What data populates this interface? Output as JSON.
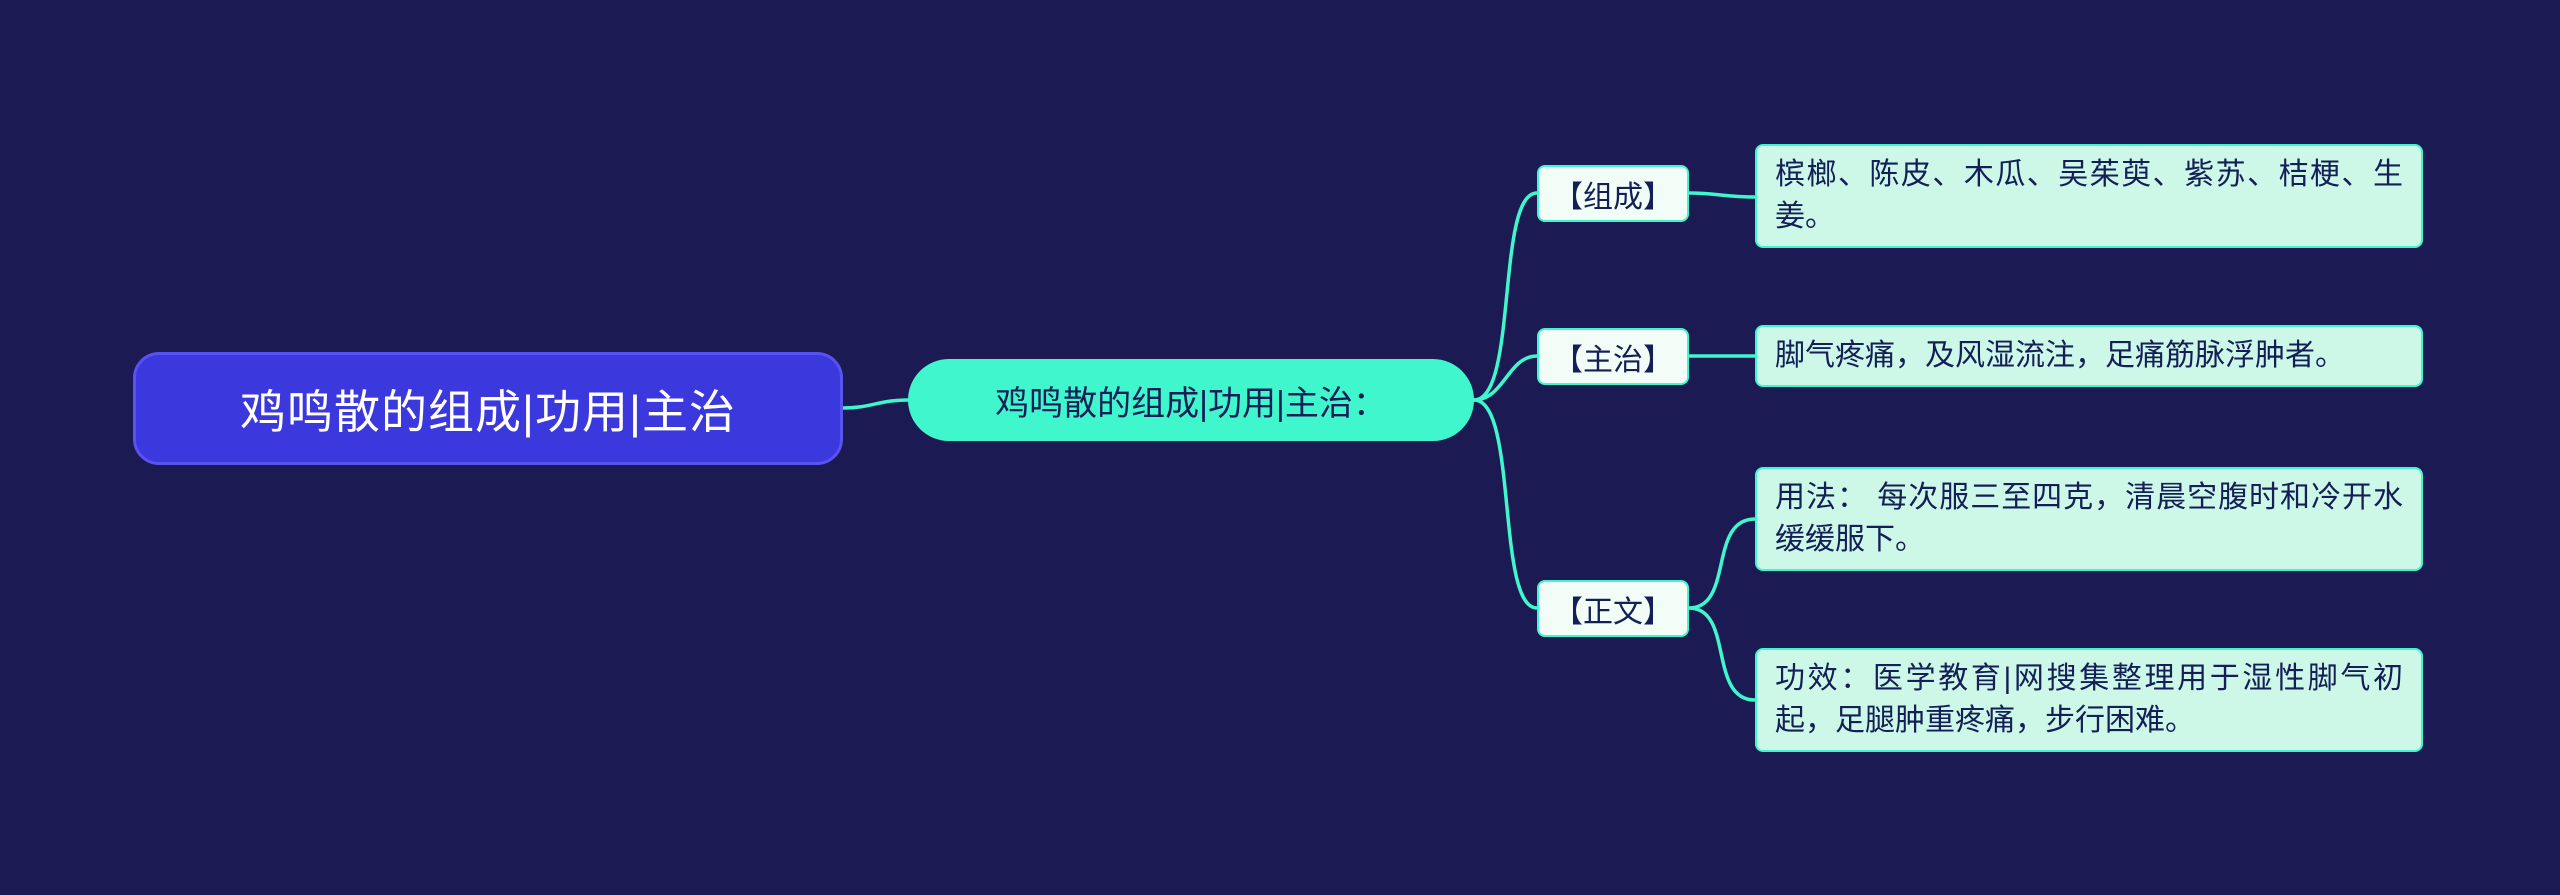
{
  "colors": {
    "bg": "#1c1a52",
    "accent": "#40f7cd",
    "root_fill": "#3b38dd",
    "root_border": "#5653f2",
    "root_text": "#ffffff",
    "branch_fill": "#f2fdf7",
    "leaf_fill": "#cdf8e7",
    "dark_text": "#131f56"
  },
  "root": {
    "label": "鸡鸣散的组成|功用|主治"
  },
  "topic": {
    "label": "鸡鸣散的组成|功用|主治："
  },
  "branches": [
    {
      "label": "【组成】",
      "leaves": [
        "槟榔、陈皮、木瓜、吴茱萸、紫苏、桔梗、生姜。"
      ]
    },
    {
      "label": "【主治】",
      "leaves": [
        "脚气疼痛，及风湿流注，足痛筋脉浮肿者。"
      ]
    },
    {
      "label": "【正文】",
      "leaves": [
        "用法： 每次服三至四克，清晨空腹时和冷开水缓缓服下。",
        "功效：医学教育|网搜集整理用于湿性脚气初起，足腿肿重疼痛，步行困难。"
      ]
    }
  ]
}
